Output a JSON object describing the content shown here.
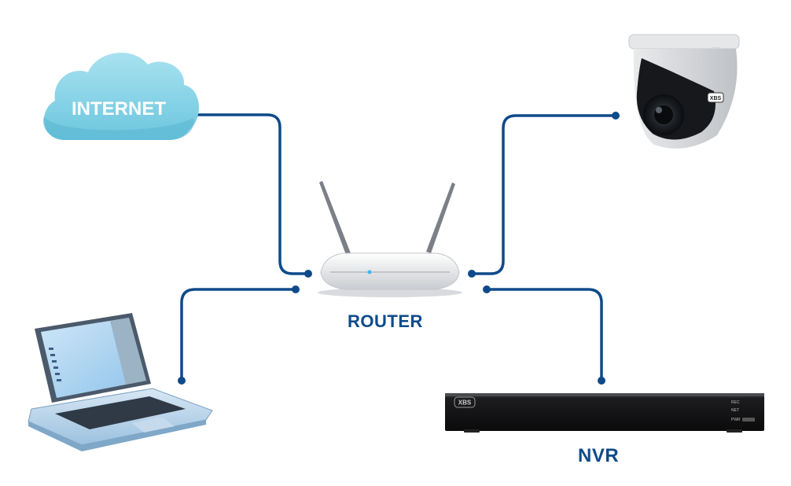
{
  "nodes": {
    "internet": {
      "label": "INTERNET",
      "icon": "cloud-icon"
    },
    "router": {
      "label": "ROUTER",
      "icon": "wifi-router-icon"
    },
    "camera": {
      "icon": "dome-camera-icon"
    },
    "laptop": {
      "icon": "laptop-icon"
    },
    "nvr": {
      "label": "NVR",
      "icon": "nvr-recorder-icon",
      "brand": "XBS",
      "indicators": [
        "REC",
        "NET",
        "PWR"
      ]
    }
  },
  "connections": [
    {
      "from": "internet",
      "to": "router"
    },
    {
      "from": "camera",
      "to": "router"
    },
    {
      "from": "laptop",
      "to": "router"
    },
    {
      "from": "nvr",
      "to": "router"
    }
  ],
  "colors": {
    "line": "#0e4a8a",
    "label": "#0e4a8a",
    "cloud": "#86d3e6",
    "cloud_text": "#ffffff",
    "nvr_body": "#1c1c1e"
  }
}
